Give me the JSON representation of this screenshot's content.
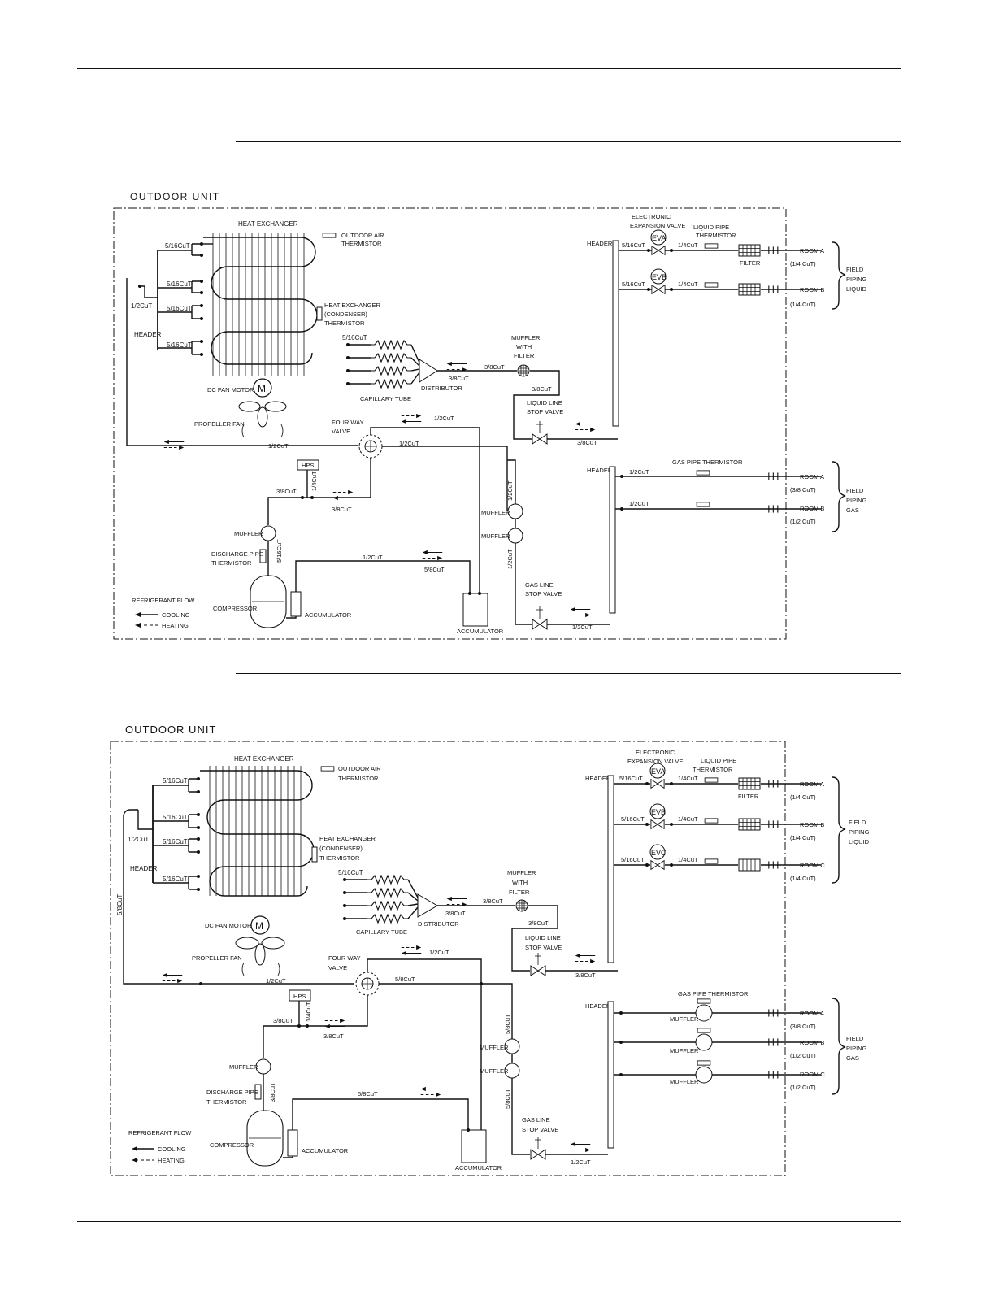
{
  "labels": {
    "unit": "OUTDOOR UNIT",
    "heat_exchanger": "HEAT EXCHANGER",
    "outdoor_air_therm_1": "OUTDOOR AIR",
    "outdoor_air_therm_2": "THERMISTOR",
    "hx_therm_1": "HEAT EXCHANGER",
    "hx_therm_2": "(CONDENSER)",
    "hx_therm_3": "THERMISTOR",
    "header": "HEADER",
    "half_cut": "1/2CuT",
    "five_sixteenths": "5/16CuT",
    "three_eighths": "3/8CuT",
    "quarter": "1/4CuT",
    "five_eighths": "5/8CuT",
    "five_eighths_alt": "5/8CuT",
    "dc_fan_motor": "DC FAN MOTOR",
    "motor": "M",
    "propeller_fan": "PROPELLER FAN",
    "capillary_tube": "CAPILLARY TUBE",
    "distributor": "DISTRIBUTOR",
    "muffler_with_filter_1": "MUFFLER",
    "muffler_with_filter_2": "WITH",
    "muffler_with_filter_3": "FILTER",
    "liquid_stop_1": "LIQUID LINE",
    "liquid_stop_2": "STOP VALVE",
    "four_way_1": "FOUR WAY",
    "four_way_2": "VALVE",
    "hps": "HPS",
    "muffler": "MUFFLER",
    "discharge_1": "DISCHARGE PIPE",
    "discharge_2": "THERMISTOR",
    "compressor": "COMPRESSOR",
    "accumulator": "ACCUMULATOR",
    "gas_stop_1": "GAS LINE",
    "gas_stop_2": "STOP VALVE",
    "eev_1": "ELECTRONIC",
    "eev_2": "EXPANSION VALVE",
    "liquid_pipe_therm_1": "LIQUID PIPE",
    "liquid_pipe_therm_2": "THERMISTOR",
    "filter": "FILTER",
    "gas_pipe_therm": "GAS PIPE THERMISTOR",
    "ev_a": "EVA",
    "ev_b": "EVB",
    "ev_c": "EVC",
    "room_a": "ROOM A",
    "room_b": "ROOM B",
    "room_c": "ROOM C",
    "size_14": "(1/4 CuT)",
    "size_38": "(3/8 CuT)",
    "size_12": "(1/2 CuT)",
    "field_1": "FIELD",
    "field_2": "PIPING",
    "field_liquid": "LIQUID",
    "field_gas": "GAS",
    "refrigerant_flow": "REFRIGERANT FLOW",
    "cooling": "COOLING",
    "heating": "HEATING"
  },
  "diagrams": [
    {
      "name": "two-room outdoor unit",
      "rooms": [
        "ROOM A",
        "ROOM B"
      ]
    },
    {
      "name": "three-room outdoor unit",
      "rooms": [
        "ROOM A",
        "ROOM B",
        "ROOM C"
      ]
    }
  ]
}
